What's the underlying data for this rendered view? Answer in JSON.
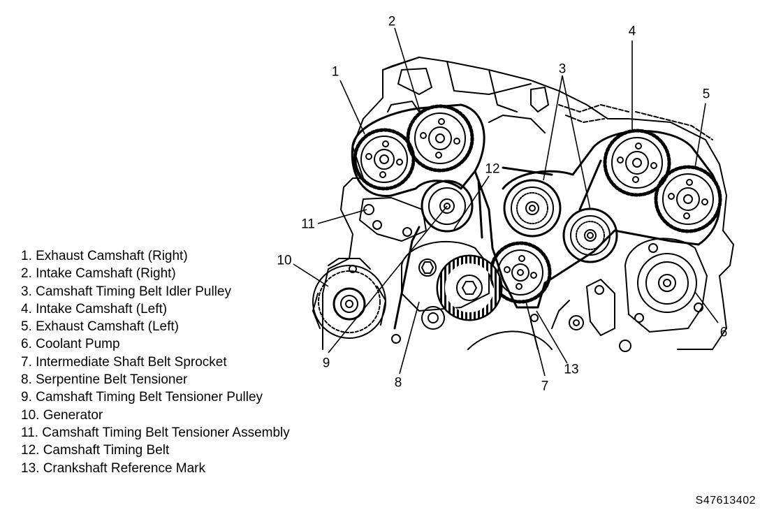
{
  "diagram": {
    "figure_id": "S47613402",
    "legend": [
      "1. Exhaust Camshaft (Right)",
      "2. Intake Camshaft (Right)",
      "3. Camshaft Timing Belt Idler Pulley",
      "4. Intake Camshaft (Left)",
      "5. Exhaust Camshaft (Left)",
      "6. Coolant Pump",
      "7. Intermediate Shaft Belt Sprocket",
      "8. Serpentine Belt Tensioner",
      "9. Camshaft Timing Belt Tensioner Pulley",
      "10. Generator",
      "11. Camshaft Timing Belt Tensioner Assembly",
      "12. Camshaft Timing Belt",
      "13. Crankshaft Reference Mark"
    ],
    "callouts": {
      "c1": "1",
      "c2": "2",
      "c3": "3",
      "c4": "4",
      "c5": "5",
      "c6": "6",
      "c7": "7",
      "c8": "8",
      "c9": "9",
      "c10": "10",
      "c11": "11",
      "c12": "12",
      "c13": "13"
    }
  }
}
